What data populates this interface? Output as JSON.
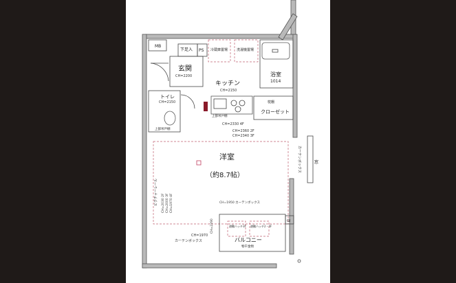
{
  "labels": {
    "mb": "MB",
    "shoe_box": "下足入",
    "ps": "PS",
    "fridge": "冷蔵庫置場",
    "washer": "洗濯機置場",
    "entrance": "玄関",
    "entrance_ch": "CH=2200",
    "kitchen": "キッチン",
    "kitchen_ch": "CH=2150",
    "bath": "浴室",
    "bath_size": "1014",
    "toilet": "トイレ",
    "toilet_ch": "CH=2150",
    "upper_cabinet_1": "上部吊戸棚",
    "upper_cabinet_2": "上部吊戸棚",
    "shelf": "枕棚",
    "closet": "クローゼット",
    "ch_2330": "CH=2330 4F",
    "ch_2360": "CH=2360 2F",
    "ch_2340": "CH=2340 3F",
    "western_room": "洋室",
    "room_size": "（約8.7帖）",
    "curtain_box_right": "カーテンボックス",
    "window": "窓",
    "picture_rail": "ピクチャーレール",
    "ch_left_2": "CH=2030 2F",
    "ch_left_3": "CH=2000 3F",
    "ch_left_4": "CH=1970 4F",
    "ch_mid": "CH=1950 カーテンボックス",
    "ch_2290": "CH=2290",
    "ch_1970": "CH=1970",
    "curtain_box_bottom": "カーテンボックス",
    "hatch_3f": "避難ハッチ3F",
    "hatch_2_4f": "避難ハッチ2・4F",
    "balcony": "バルコニー",
    "drying_hardware": "物干金物",
    "gi": "GI"
  }
}
